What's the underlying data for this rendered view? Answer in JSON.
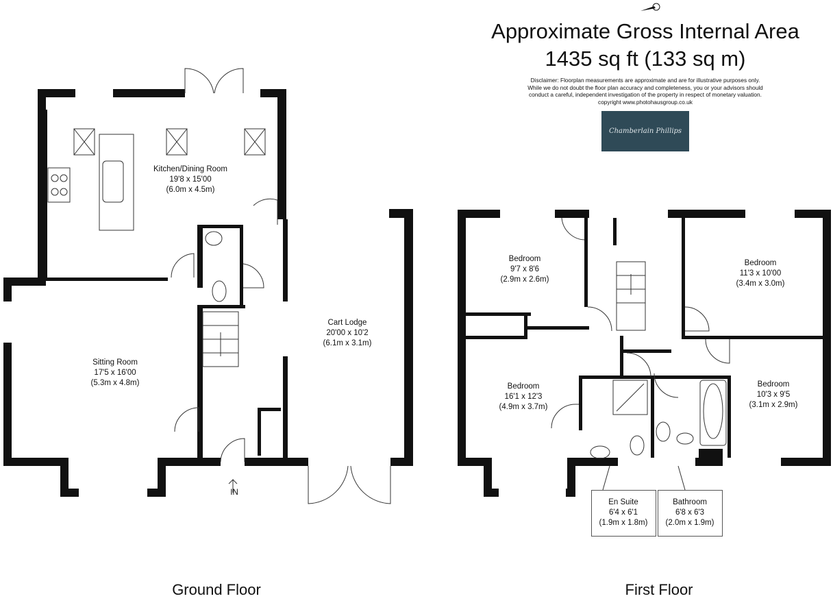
{
  "header": {
    "title": "Approximate Gross Internal Area",
    "area": "1435 sq ft (133 sq m)",
    "disclaimer": [
      "Disclaimer: Floorplan measurements are approximate and are for illustrative purposes only.",
      "While we do not doubt the floor plan accuracy and completeness, you or your advisors should",
      "conduct a careful, independent investigation of the property in respect of monetary valuation.",
      "copyright www.photohausgroup.co.uk"
    ],
    "logo_text": "Chamberlain Phillips",
    "compass": "N"
  },
  "ground_floor": {
    "label": "Ground Floor",
    "entrance": "IN",
    "rooms": [
      {
        "name": "Kitchen/Dining Room",
        "imperial": "19'8 x 15'00",
        "metric": "(6.0m x 4.5m)"
      },
      {
        "name": "Sitting Room",
        "imperial": "17'5 x 16'00",
        "metric": "(5.3m x 4.8m)"
      },
      {
        "name": "Cart Lodge",
        "imperial": "20'00 x 10'2",
        "metric": "(6.1m x 3.1m)"
      }
    ]
  },
  "first_floor": {
    "label": "First Floor",
    "rooms": [
      {
        "name": "Bedroom",
        "imperial": "9'7 x 8'6",
        "metric": "(2.9m x 2.6m)"
      },
      {
        "name": "Bedroom",
        "imperial": "11'3 x 10'00",
        "metric": "(3.4m x 3.0m)"
      },
      {
        "name": "Bedroom",
        "imperial": "16'1 x 12'3",
        "metric": "(4.9m x 3.7m)"
      },
      {
        "name": "Bedroom",
        "imperial": "10'3 x 9'5",
        "metric": "(3.1m x 2.9m)"
      },
      {
        "name": "En Suite",
        "imperial": "6'4 x 6'1",
        "metric": "(1.9m x 1.8m)"
      },
      {
        "name": "Bathroom",
        "imperial": "6'8 x 6'3",
        "metric": "(2.0m x 1.9m)"
      }
    ]
  }
}
